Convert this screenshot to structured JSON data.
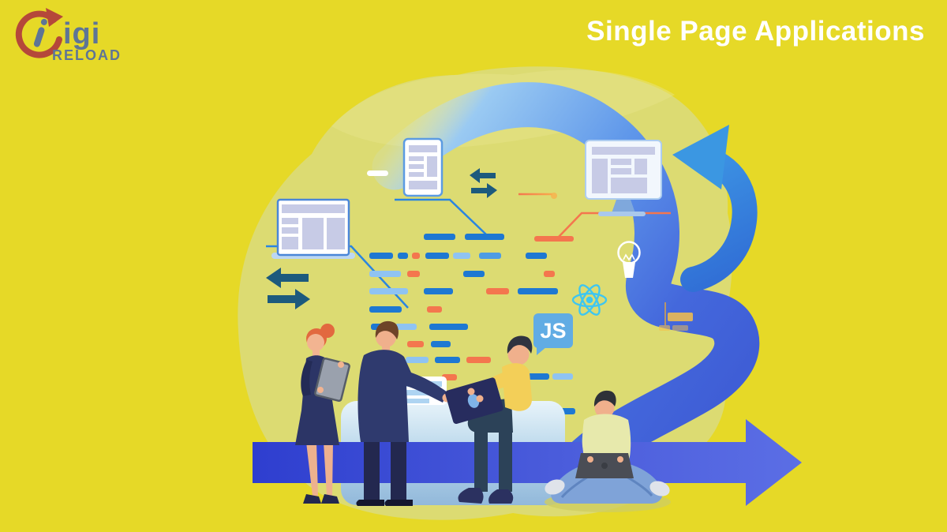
{
  "header": {
    "title": "Single Page Applications",
    "title_color": "#ffffff"
  },
  "logo": {
    "rest": "igi",
    "subtitle": "RELOAD",
    "arrow_color": "#b5483a",
    "text_color": "#5e7596"
  },
  "js_badge": {
    "label": "JS",
    "bg": "#61ace4"
  },
  "icons": {
    "logo_d": "reload-d-icon",
    "refresh": "refresh-arrow-icon",
    "forward": "forward-arrow-icon",
    "swap_top": "swap-arrows-icon",
    "swap_left": "swap-arrows-icon",
    "react": "react-logo-icon",
    "bulb": "lightbulb-icon"
  },
  "palette": {
    "background": "#e6d927",
    "blob": "#dcdb72",
    "blob_light": "#e6e387",
    "swoosh_light": "#9acaf2",
    "swoosh_dark": "#3f5ed6",
    "refresh_arrow": "#2f7fd8",
    "big_arrow_left": "#2e3ecf",
    "big_arrow_right": "#5b6ee5",
    "teal_arrow": "#1d5a7d",
    "react_cyan": "#3ec6f0",
    "card_fill": "#ffffff",
    "card_border": "#4a86d8",
    "card_content": "#c7cbe6",
    "code": {
      "b": "#1e78d2",
      "l": "#8fc3f2",
      "m": "#4e9ce4",
      "d": "#1257a6",
      "o": "#f4764e"
    }
  },
  "code_bars": [
    [
      537,
      296,
      40,
      8,
      "b"
    ],
    [
      589,
      296,
      50,
      8,
      "b"
    ],
    [
      677,
      299,
      50,
      7,
      "o"
    ],
    [
      468,
      320,
      30,
      8,
      "b"
    ],
    [
      504,
      320,
      13,
      8,
      "b"
    ],
    [
      522,
      320,
      10,
      8,
      "o"
    ],
    [
      539,
      320,
      30,
      8,
      "b"
    ],
    [
      574,
      320,
      22,
      8,
      "l"
    ],
    [
      607,
      320,
      28,
      8,
      "m"
    ],
    [
      666,
      320,
      27,
      8,
      "b"
    ],
    [
      468,
      343,
      40,
      8,
      "l"
    ],
    [
      516,
      343,
      16,
      8,
      "o"
    ],
    [
      587,
      343,
      27,
      8,
      "b"
    ],
    [
      689,
      343,
      14,
      8,
      "o"
    ],
    [
      468,
      365,
      49,
      8,
      "l"
    ],
    [
      537,
      365,
      37,
      8,
      "b"
    ],
    [
      616,
      365,
      29,
      8,
      "o"
    ],
    [
      656,
      365,
      51,
      8,
      "b"
    ],
    [
      468,
      388,
      41,
      8,
      "b"
    ],
    [
      541,
      388,
      19,
      8,
      "o"
    ],
    [
      470,
      410,
      27,
      8,
      "b"
    ],
    [
      501,
      410,
      27,
      8,
      "l"
    ],
    [
      544,
      410,
      49,
      8,
      "b"
    ],
    [
      516,
      432,
      21,
      8,
      "o"
    ],
    [
      546,
      432,
      25,
      8,
      "b"
    ],
    [
      514,
      452,
      29,
      8,
      "l"
    ],
    [
      551,
      452,
      32,
      8,
      "b"
    ],
    [
      591,
      452,
      31,
      8,
      "o"
    ],
    [
      560,
      474,
      19,
      8,
      "o"
    ],
    [
      667,
      473,
      29,
      8,
      "b"
    ],
    [
      700,
      473,
      26,
      8,
      "l"
    ],
    [
      504,
      497,
      62,
      8,
      "l"
    ],
    [
      574,
      497,
      43,
      8,
      "b"
    ],
    [
      514,
      519,
      41,
      8,
      "b"
    ],
    [
      560,
      519,
      50,
      8,
      "d"
    ],
    [
      684,
      517,
      45,
      8,
      "b"
    ]
  ],
  "sticky_bars": [
    [
      846,
      396,
      32,
      11,
      "#f5c04a",
      0.85
    ],
    [
      835,
      412,
      14,
      7,
      "#f5c04a",
      0.6
    ],
    [
      852,
      412,
      20,
      7,
      "#f5c04a",
      0.5
    ]
  ]
}
